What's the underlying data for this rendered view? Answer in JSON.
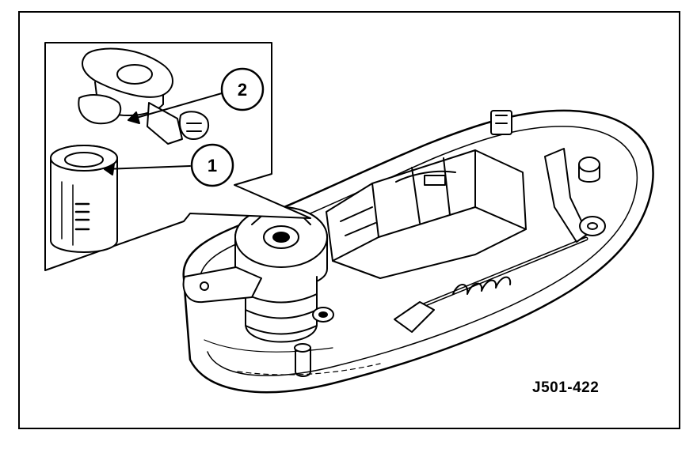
{
  "figure": {
    "reference_code": "J501-422",
    "callouts": [
      {
        "number": "1"
      },
      {
        "number": "2"
      }
    ]
  }
}
